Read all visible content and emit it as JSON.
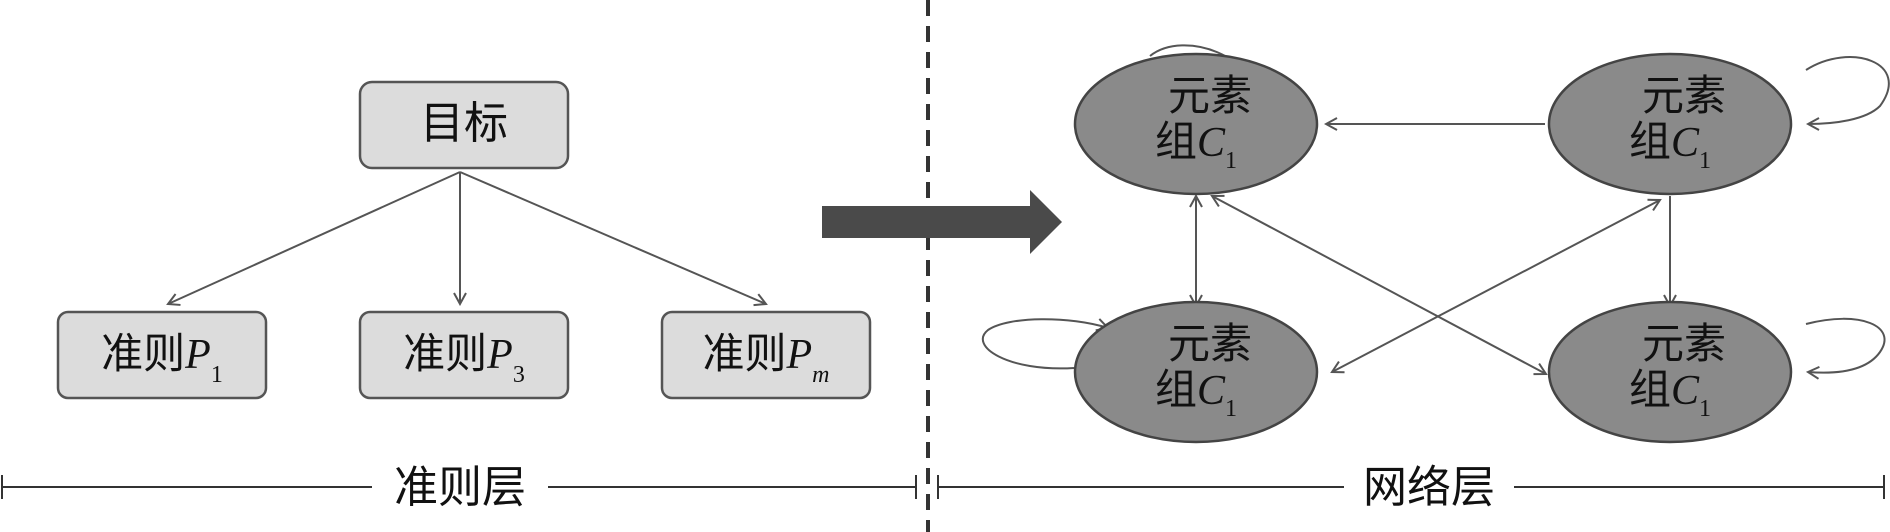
{
  "criteria_layer": {
    "goal": {
      "label": "目标"
    },
    "criteria": [
      {
        "prefix": "准则",
        "symbol": "P",
        "sub": "1"
      },
      {
        "prefix": "准则",
        "symbol": "P",
        "sub": "3"
      },
      {
        "prefix": "准则",
        "symbol": "P",
        "sub": "m"
      }
    ],
    "layer_label": "准则层"
  },
  "network_layer": {
    "clusters": [
      {
        "line1": "元素",
        "line2": "组",
        "symbol": "C",
        "sub": "1"
      },
      {
        "line1": "元素",
        "line2": "组",
        "symbol": "C",
        "sub": "1"
      },
      {
        "line1": "元素",
        "line2": "组",
        "symbol": "C",
        "sub": "1"
      },
      {
        "line1": "元素",
        "line2": "组",
        "symbol": "C",
        "sub": "1"
      }
    ],
    "layer_label": "网络层"
  },
  "colors": {
    "box_fill": "#dcdcdc",
    "ellipse_fill": "#8a8a8a",
    "stroke": "#555555",
    "big_arrow": "#4a4a4a"
  }
}
